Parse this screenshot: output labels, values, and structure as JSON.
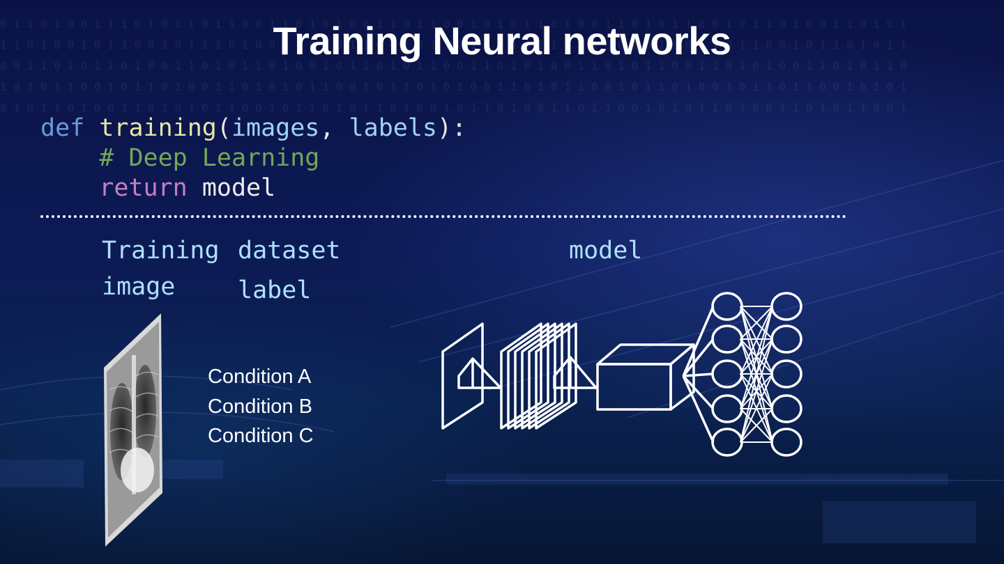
{
  "title": "Training Neural networks",
  "code": {
    "line1": {
      "def": "def",
      "fn": "training",
      "open": "(",
      "arg1": "images",
      "comma": ", ",
      "arg2": "labels",
      "close": "):"
    },
    "line2": {
      "comment": "# Deep Learning"
    },
    "line3": {
      "ret": "return",
      "value": "model"
    }
  },
  "dataset": {
    "heading_training": "Training",
    "heading_dataset": "dataset",
    "image_label": "image",
    "label_label": "label",
    "conditions": [
      "Condition A",
      "Condition B",
      "Condition C"
    ]
  },
  "model_label": "model",
  "colors": {
    "keyword": "#6b9bd8",
    "function": "#e7e5a8",
    "argument": "#9fd2f5",
    "comment": "#74a65b",
    "return": "#c67fc0"
  },
  "icons": [
    "chest-xray-image",
    "neural-network-diagram"
  ]
}
